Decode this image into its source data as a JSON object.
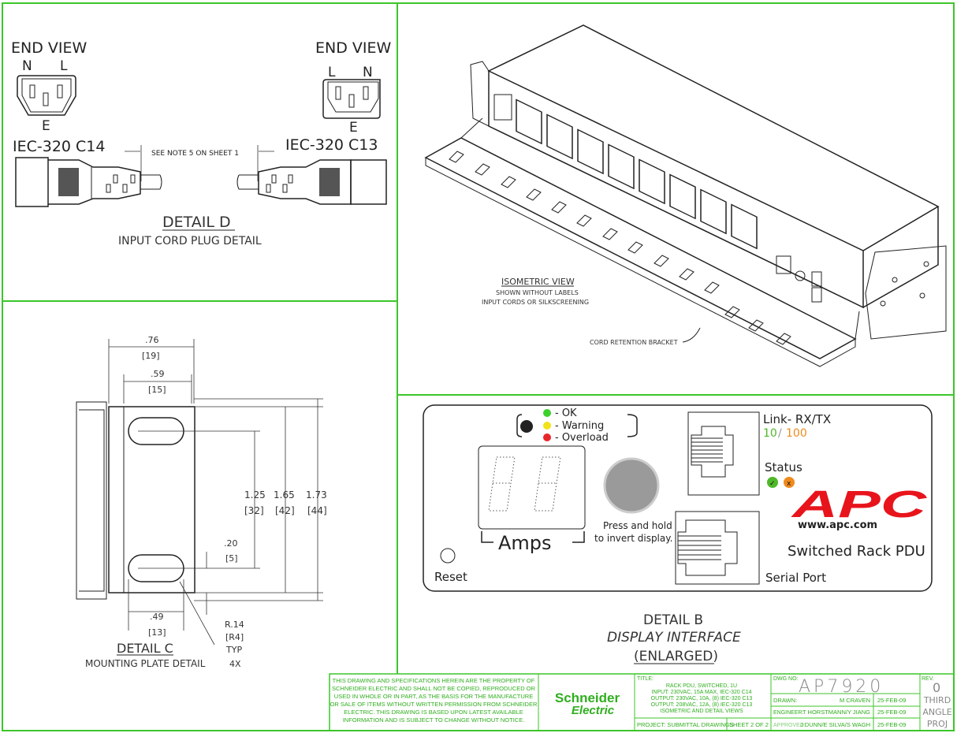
{
  "detail_d": {
    "left_end_view": "END VIEW",
    "left_pins": {
      "n": "N",
      "l": "L",
      "e": "E"
    },
    "right_end_view": "END VIEW",
    "right_pins": {
      "l": "L",
      "n": "N",
      "e": "E"
    },
    "left_plug": "IEC-320 C14",
    "right_plug": "IEC-320 C13",
    "note": "SEE NOTE 5 ON SHEET 1",
    "title": "DETAIL D",
    "subtitle": "INPUT CORD PLUG DETAIL"
  },
  "isometric": {
    "title": "ISOMETRIC VIEW",
    "line1": "SHOWN WITHOUT LABELS",
    "line2": "INPUT CORDS OR SILKSCREENING",
    "callout": "CORD RETENTION BRACKET"
  },
  "detail_c": {
    "dim_076": ".76",
    "dim_076_mm": "[19]",
    "dim_059": ".59",
    "dim_059_mm": "[15]",
    "dim_125": "1.25",
    "dim_125_mm": "[32]",
    "dim_165": "1.65",
    "dim_165_mm": "[42]",
    "dim_173": "1.73",
    "dim_173_mm": "[44]",
    "dim_020": ".20",
    "dim_020_mm": "[5]",
    "dim_049": ".49",
    "dim_049_mm": "[13]",
    "radius": "R.14",
    "radius_mm": "[R4]",
    "radius_typ": "TYP",
    "radius_count": "4X",
    "title": "DETAIL C",
    "subtitle": "MOUNTING PLATE DETAIL"
  },
  "detail_b": {
    "legend_ok": "- OK",
    "legend_warning": "- Warning",
    "legend_overload": "- Overload",
    "amps": "Amps",
    "press_line1": "Press and hold",
    "press_line2": "to invert display.",
    "reset": "Reset",
    "link": "Link- RX/TX",
    "speed_10": "10",
    "speed_sep": "/",
    "speed_100": "100",
    "status": "Status",
    "status_ok_glyph": "✓",
    "status_err_glyph": "x",
    "logo": "APC",
    "url": "www.apc.com",
    "product": "Switched Rack PDU",
    "serial": "Serial Port",
    "title": "DETAIL B",
    "subtitle": "DISPLAY INTERFACE",
    "subtitle2": "(ENLARGED)",
    "colors": {
      "ok": "#3bd12b",
      "warning": "#f2e21a",
      "overload": "#e8262a",
      "speed10": "#4fb82a",
      "speed100": "#f08a1c",
      "logo": "#e8141c"
    }
  },
  "title_block": {
    "notice": [
      "THIS DRAWING AND SPECIFICATIONS HEREIN ARE THE PROPERTY OF",
      "SCHNEIDER ELECTRIC AND SHALL NOT BE COPIED, REPRODUCED OR",
      "USED IN WHOLE OR IN PART, AS THE BASIS FOR THE MANUFACTURE",
      "OR SALE OF ITEMS WITHOUT WRITTEN PERMISSION FROM SCHNEIDER",
      "ELECTRIC. THIS DRAWING IS BASED UPON LATEST AVAILABLE",
      "INFORMATION AND IS SUBJECT TO CHANGE WITHOUT NOTICE."
    ],
    "logo_line1": "Schneider",
    "logo_line2": "Electric",
    "title_label": "TITLE:",
    "title_lines": [
      "RACK PDU, SWITCHED, 1U",
      "INPUT: 230VAC, 15A MAX, IEC-320 C14",
      "OUTPUT: 230VAC, 10A, (8) IEC-320 C13",
      "OUTPUT: 208VAC, 12A, (8) IEC-320 C13",
      "ISOMETRIC AND DETAIL VIEWS"
    ],
    "project": "PROJECT: SUBMITTAL DRAWINGS",
    "sheet": "SHEET 2 OF 2",
    "dwg_label": "DWG NO:",
    "dwg_no": "AP7920",
    "rev_label": "REV.",
    "rev": "0",
    "drawn_label": "DRAWN:",
    "drawn": "M CRAVEN",
    "drawn_date": "25-FEB-09",
    "engineer_label": "ENGINEER:",
    "engineer": "T HORSTMANN/Y JIANG",
    "engineer_date": "25-FEB-09",
    "approved_label": "APPROVED:",
    "approved": "J DUNN/E SILVA/S WAGH",
    "approved_date": "25-FEB-09",
    "projection": [
      "THIRD",
      "ANGLE",
      "PROJ"
    ],
    "line_color": "#3cc62a"
  }
}
